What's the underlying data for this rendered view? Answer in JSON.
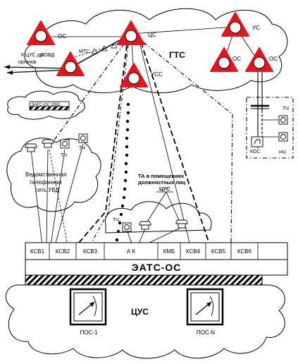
{
  "nodes": {
    "os_top_left": "ОС",
    "cs": "ЦС",
    "us": "УС",
    "usc": "УСС",
    "os_right_1": "ОС",
    "os_right_2": "ОС"
  },
  "labels": {
    "gts": "ГТС",
    "mts": "МТС",
    "to_cus_1": "К ЦУС др.",
    "to_cus_2": "ВОВД",
    "to_cus_3": "органов",
    "eats_small": "ЭАТС-ОС ОВД",
    "departmental_1": "Ведомственная",
    "departmental_2": "телефонная",
    "departmental_3": "сеть УВД",
    "ta_1": "ТА в помещениях",
    "ta_2": "должностных лиц",
    "ta_3": "ЦУС",
    "tch": "ТЧ",
    "nch": "НЧ",
    "kos": "КОС",
    "eats_os": "ЭАТС-ОС",
    "cus": "ЦУС",
    "pos_1": "ПОС-1",
    "pos_n": "ПОС-N"
  },
  "switch_blocks": [
    "КСВ1",
    "КСВ2",
    "КСВ3",
    "А К",
    "КМБ",
    "КСВ4",
    "КСВ5",
    "КСВ6"
  ]
}
